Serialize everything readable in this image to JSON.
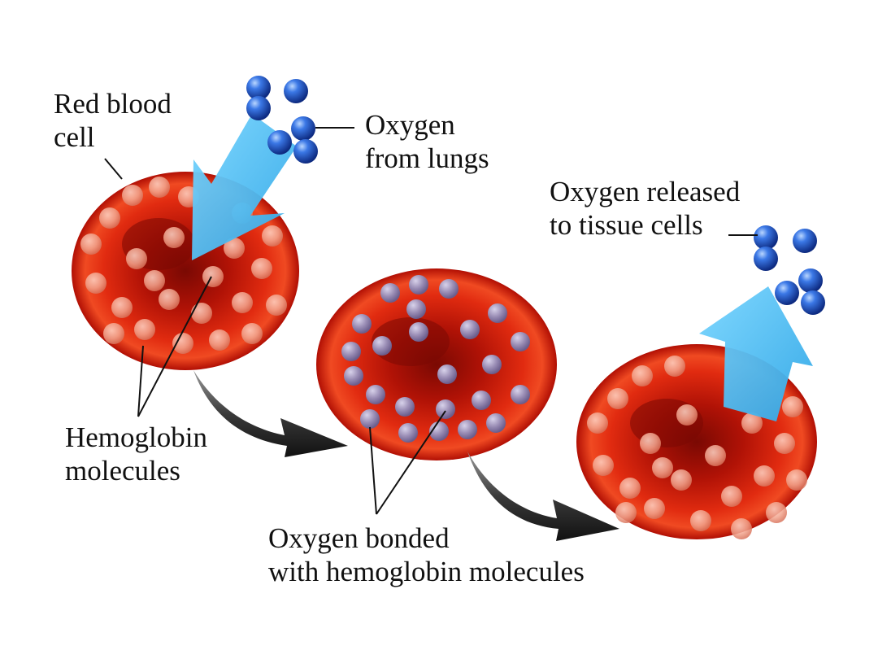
{
  "labels": {
    "red_blood_cell": [
      "Red blood",
      "cell"
    ],
    "oxygen_from_lungs": [
      "Oxygen",
      "from lungs"
    ],
    "oxygen_released": [
      "Oxygen released",
      "to tissue cells"
    ],
    "hemoglobin_molecules": [
      "Hemoglobin",
      "molecules"
    ],
    "oxygen_bonded": [
      "Oxygen bonded",
      "with hemoglobin molecules"
    ]
  },
  "colors": {
    "cell_rim": "#c81405",
    "cell_center": "#8a0a04",
    "hemoglobin": "#f2a58e",
    "oxygen_bound": "#9a8db5",
    "oxygen_molecule": "#1d4fc4",
    "arrow_blue": "#4fc3f2",
    "flow_arrow": "#4a4a4a"
  }
}
